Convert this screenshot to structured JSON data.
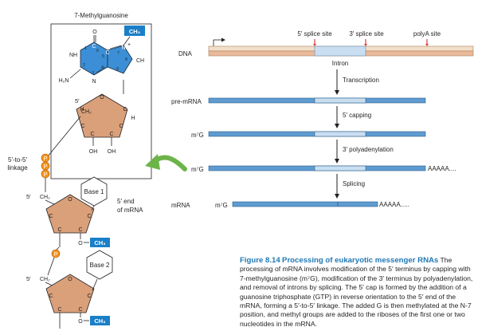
{
  "structure": {
    "title": "7-Methylguanosine",
    "ch3": "CH₃",
    "atoms": {
      "o_carbonyl": "O",
      "c6": "C",
      "c5": "C",
      "c4": "C",
      "c2": "C",
      "c8": "C",
      "nh": "NH",
      "n3": "N",
      "n7": "N",
      "n9": "N",
      "h2n": "H₂N",
      "ch": "CH",
      "plus": "+"
    },
    "ring_numbers": {
      "n1": "1",
      "n6": "6",
      "n5": "5",
      "n4": "4",
      "n2": "2",
      "n3": "3",
      "n7": "7",
      "n8": "8",
      "n9": "9"
    },
    "sugar": {
      "five_prime": "5′",
      "ch2": "CH₂",
      "o": "O",
      "c": "C",
      "h": "H",
      "oh": "OH"
    }
  },
  "linkage": {
    "label_line1": "5′-to-5′",
    "label_line2": "linkage",
    "p": "P"
  },
  "nucleotide1": {
    "five_prime": "5′",
    "ch2": "CH₂",
    "o": "O",
    "c": "C",
    "base": "Base 1",
    "end_line1": "5′ end",
    "end_line2": "of mRNA",
    "ch3": "CH₃",
    "o_bottom": "O"
  },
  "nucleotide2": {
    "five_prime": "5′",
    "ch2": "CH₂",
    "o": "O",
    "c": "C",
    "base": "Base 2",
    "ch3": "CH₃",
    "o_bottom": "O",
    "p": "P"
  },
  "processing": {
    "sites": {
      "splice5": "5′ splice site",
      "splice3": "3′ splice site",
      "polya": "polyA site"
    },
    "intron": "Intron",
    "rows": {
      "dna": "DNA",
      "pre_mrna": "pre-mRNA",
      "m7g_1": "m⁷G",
      "m7g_2": "m⁷G",
      "mrna": "mRNA",
      "m7g_3": "m⁷G"
    },
    "steps": {
      "transcription": "Transcription",
      "capping": "5′ capping",
      "polyadenylation": "3′ polyadenylation",
      "splicing": "Splicing"
    },
    "tails": {
      "tail1": "AAAAA....",
      "tail2": "AAAAA....."
    }
  },
  "caption": {
    "figure_number": "Figure 8.14",
    "figure_title": "Processing of eukaryotic messenger RNAs",
    "text": "The processing of mRNA involves modification of the 5′ terminus by capping with 7-methylguanosine (m⁷G), modification of the 3′ terminus by polyadenylation, and removal of introns by splicing. The 5′ cap is formed by the addition of a guanosine triphosphate (GTP) in reverse orientation to the 5′ end of the mRNA, forming a 5′-to-5′ linkage. The added G is then methylated at the N-7 position, and methyl groups are added to the riboses of the first one or two nucleotides in the mRNA."
  },
  "colors": {
    "guanine_blue": "#3c8fd6",
    "sugar_tan": "#d9a07a",
    "phosphate_orange": "#f7941d",
    "rna_bar": "#5e9bd1",
    "intron_light": "#c9def0",
    "dna_tan": "#f3dfca",
    "arrow_green": "#6cb44a",
    "caption_blue": "#1f78b4",
    "splice_red": "#e23b3b"
  }
}
